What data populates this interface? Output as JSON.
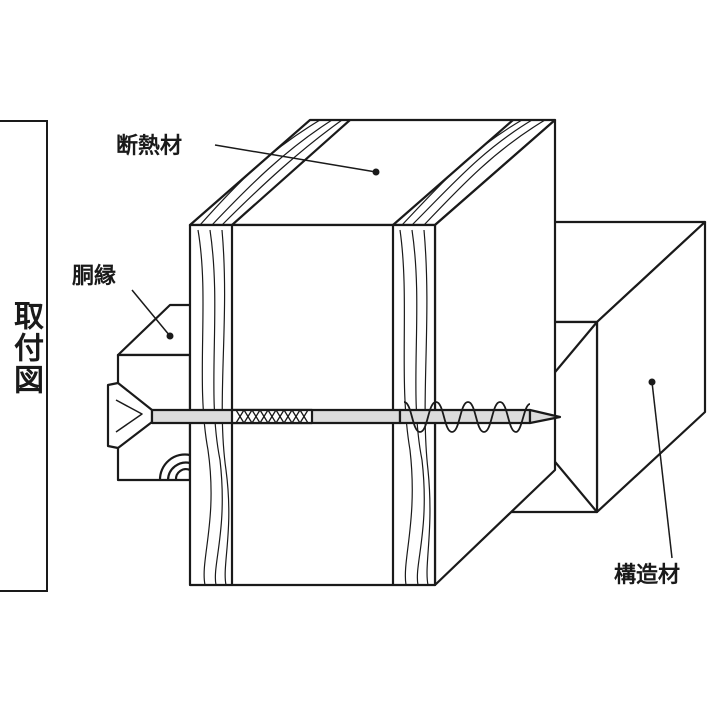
{
  "side_title": "取付図",
  "labels": {
    "insulation": "断熱材",
    "furring_strip": "胴縁",
    "structural_member": "構造材"
  },
  "colors": {
    "line": "#1a1a1a",
    "screw_fill": "#dcdcdc",
    "background": "#ffffff"
  }
}
